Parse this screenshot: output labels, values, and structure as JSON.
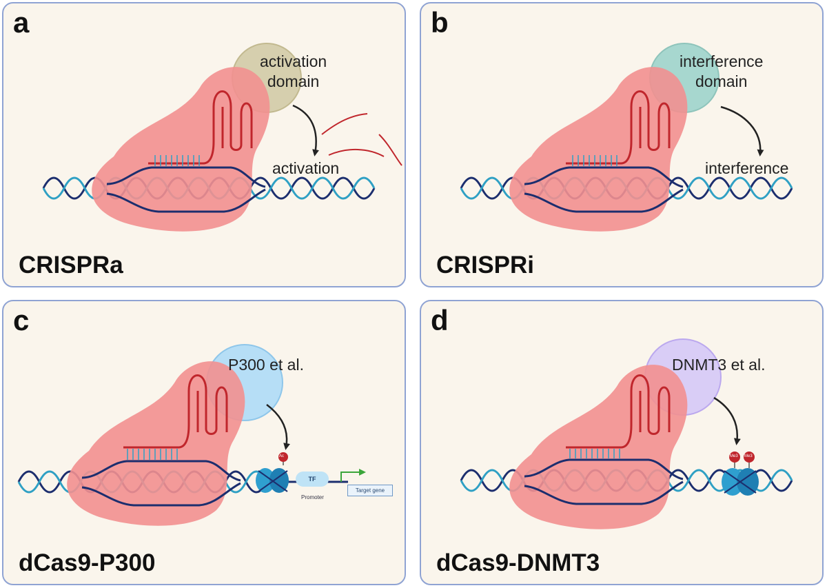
{
  "panels": {
    "a": {
      "letter": "a",
      "name": "CRISPRa",
      "domain_label": "activation\ndomain",
      "effect_label": "activation",
      "domain_color": "#d6cfae"
    },
    "b": {
      "letter": "b",
      "name": "CRISPRi",
      "domain_label": "interference\ndomain",
      "effect_label": "interference",
      "domain_color": "#a7d7cf"
    },
    "c": {
      "letter": "c",
      "name": "dCas9-P300",
      "domain_label": "P300 et al.",
      "mark_label": "Ac",
      "tf_label": "TF",
      "promoter_label": "Promoter",
      "target_label": "Target gene",
      "domain_color": "#b6def6"
    },
    "d": {
      "letter": "d",
      "name": "dCas9-DNMT3",
      "domain_label": "DNMT3 et al.",
      "mark_label_1": "Me3",
      "mark_label_2": "Me3",
      "domain_color": "#d9cdf6"
    }
  },
  "colors": {
    "protein": "#f29090",
    "rna": "#c0262c",
    "dna_dark": "#1c2e6e",
    "dna_light": "#2fa0c4",
    "panel_border": "#8fa3d3",
    "panel_fill": "#faf5ec"
  },
  "icons": [
    "dcas9-protein",
    "guide-rna",
    "dna-double-helix",
    "effector-domain",
    "nucleosome",
    "histone-mark",
    "tss-arrow",
    "curved-arrow"
  ]
}
